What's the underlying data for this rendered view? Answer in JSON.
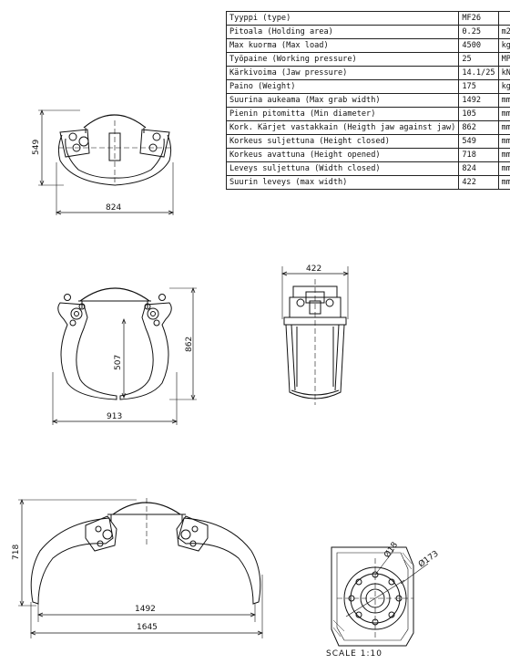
{
  "spec_table": {
    "rows": [
      {
        "name": "Tyyppi (type)",
        "value": "MF26",
        "unit": ""
      },
      {
        "name": "Pitoala (Holding area)",
        "value": "0.25",
        "unit": "m2"
      },
      {
        "name": "Max kuorma (Max load)",
        "value": "4500",
        "unit": "kg"
      },
      {
        "name": "Työpaine (Working pressure)",
        "value": "25",
        "unit": "MPa"
      },
      {
        "name": "Kärkivoima (Jaw pressure)",
        "value": "14.1/25",
        "unit": "kN/MPa"
      },
      {
        "name": "Paino (Weight)",
        "value": "175",
        "unit": "kg"
      },
      {
        "name": "Suurina aukeama (Max grab width)",
        "value": "1492",
        "unit": "mm"
      },
      {
        "name": "Pienin pitomitta (Min diameter)",
        "value": "105",
        "unit": "mm"
      },
      {
        "name": "Kork. Kärjet vastakkain (Heigth jaw against jaw)",
        "value": "862",
        "unit": "mm"
      },
      {
        "name": "Korkeus suljettuna (Height closed)",
        "value": "549",
        "unit": "mm"
      },
      {
        "name": "Korkeus avattuna (Height opened)",
        "value": "718",
        "unit": "mm"
      },
      {
        "name": "Leveys suljettuna (Width closed)",
        "value": "824",
        "unit": "mm"
      },
      {
        "name": "Suurin leveys (max width)",
        "value": "422",
        "unit": "mm"
      }
    ]
  },
  "dimensions": {
    "closed_height": "549",
    "closed_width": "824",
    "jaw_inner": "507",
    "jaw_height": "862",
    "jaw_width": "913",
    "side_width": "422",
    "open_height": "718",
    "open_grab": "1492",
    "open_total": "1645",
    "detail_d18": "Ø18",
    "detail_d173": "Ø173"
  },
  "scale_label": "SCALE  1:10"
}
